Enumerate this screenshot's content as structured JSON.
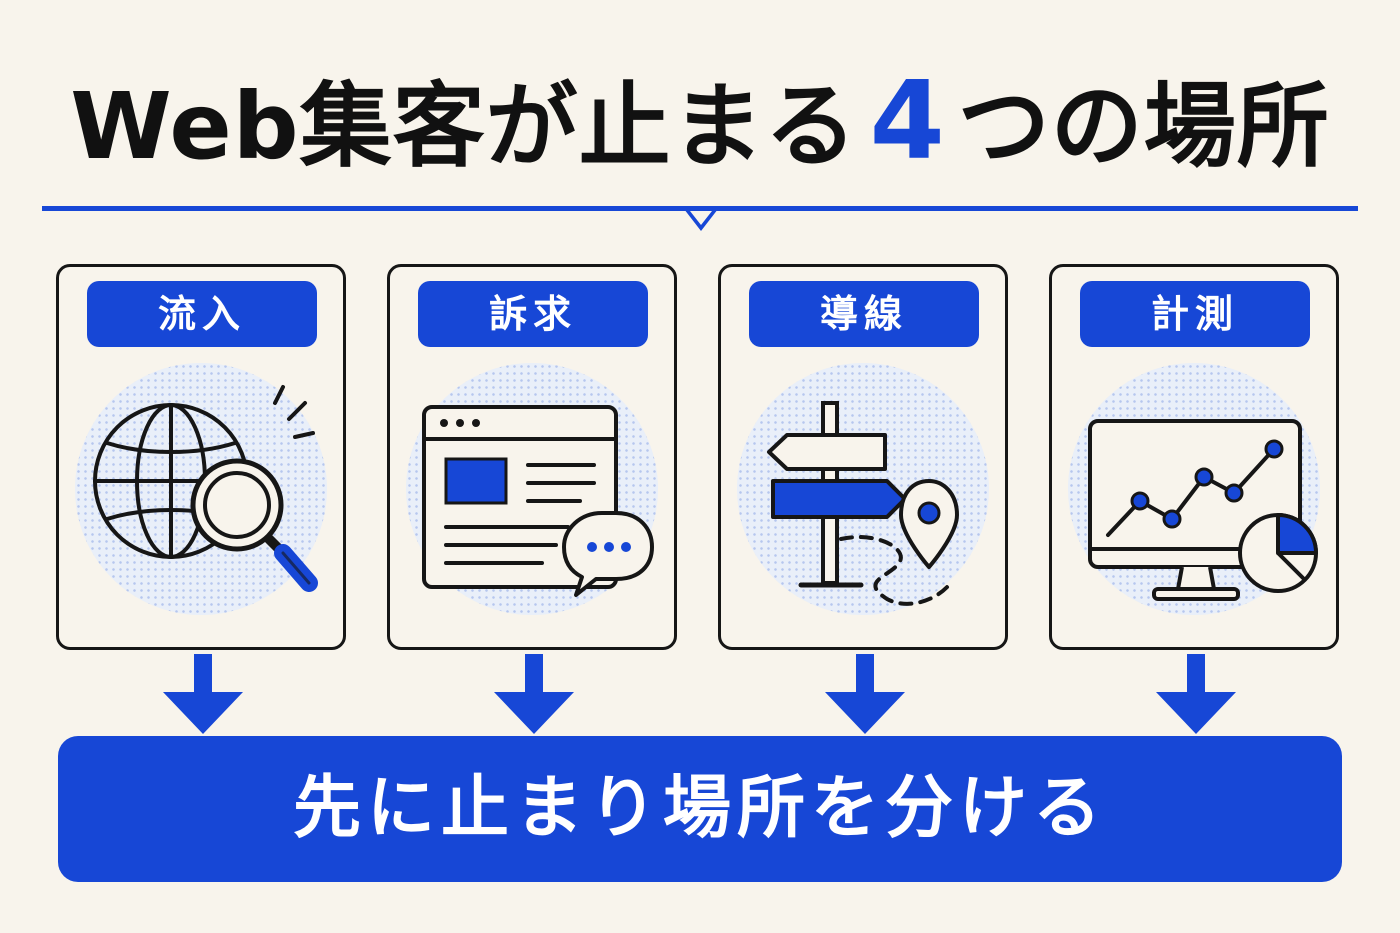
{
  "title": {
    "before": "Web集客が止まる",
    "number": "4",
    "after": "つの場所"
  },
  "cards": [
    {
      "label": "流入",
      "icon": "globe-search-icon"
    },
    {
      "label": "訴求",
      "icon": "browser-window-chat-icon"
    },
    {
      "label": "導線",
      "icon": "signpost-location-icon"
    },
    {
      "label": "計測",
      "icon": "monitor-chart-icon"
    }
  ],
  "summary": {
    "text": "先に止まり場所を分ける"
  },
  "colors": {
    "accent": "#1747d6",
    "background": "#f8f4ec",
    "ink": "#161616"
  }
}
